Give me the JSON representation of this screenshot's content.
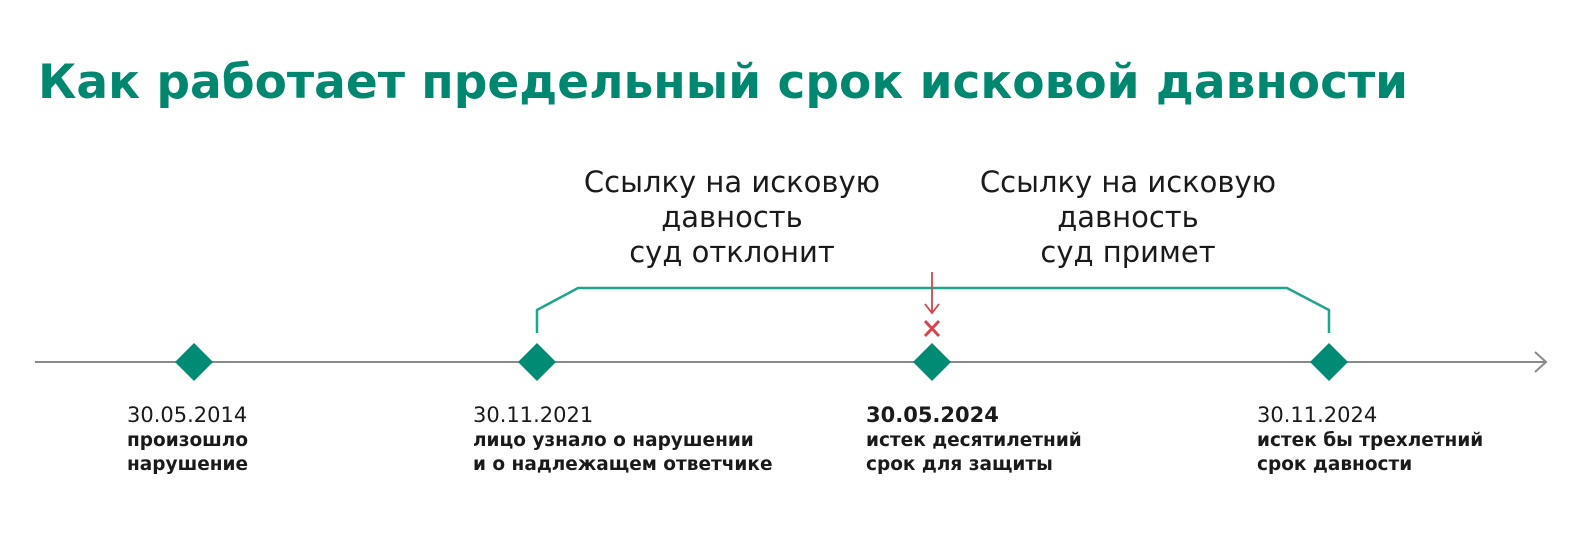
{
  "title": "Как работает предельный срок исковой давности",
  "colors": {
    "accent": "#00876f",
    "axis": "#8a8a8a",
    "warning": "#d9434b"
  },
  "captions": [
    {
      "lines": [
        "Ссылку на исковую",
        "давность",
        "суд отклонит"
      ]
    },
    {
      "lines": [
        "Ссылку на исковую",
        "давность",
        "суд примет"
      ]
    }
  ],
  "events": [
    {
      "date": "30.05.2014",
      "lines": [
        "произошло",
        "нарушение"
      ]
    },
    {
      "date": "30.11.2021",
      "lines": [
        "лицо узнало о нарушении",
        "и о надлежащем ответчике"
      ]
    },
    {
      "date": "30.05.2024",
      "lines": [
        "истек десятилетний",
        "срок для защиты"
      ]
    },
    {
      "date": "30.11.2024",
      "lines": [
        "истек бы трехлетний",
        "срок давности"
      ]
    }
  ]
}
